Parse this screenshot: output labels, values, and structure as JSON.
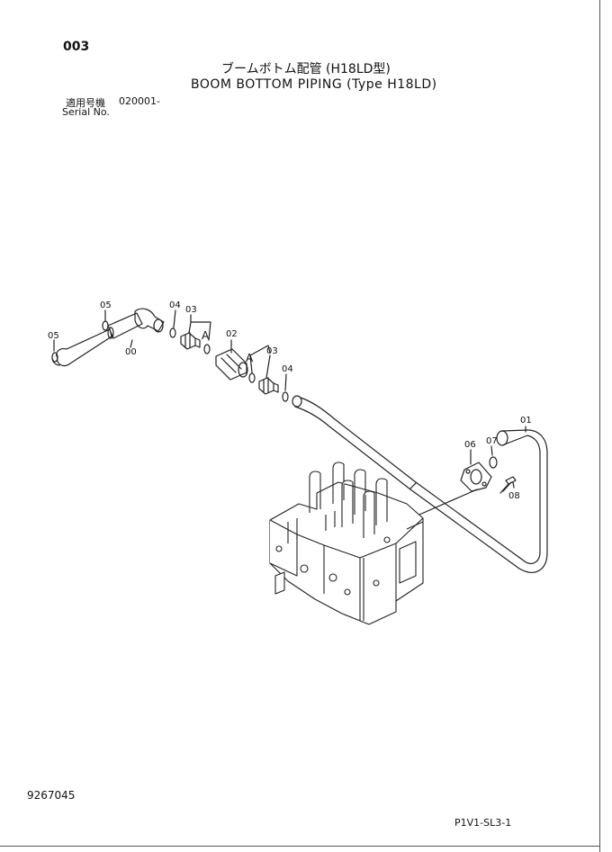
{
  "header": {
    "page_number": "003",
    "title_jp": "ブームボトム配管 (H18LD型)",
    "title_en": "BOOM BOTTOM PIPING (Type H18LD)",
    "serial_label_jp": "適用号機",
    "serial_value": "020001-",
    "serial_label_en": "Serial No."
  },
  "callouts": {
    "c05a": "05",
    "c05b": "05",
    "c00": "00",
    "c04a": "04",
    "c03a": "03",
    "c02": "02",
    "cA1": "A",
    "c03b": "03",
    "cA2": "A",
    "c04b": "04",
    "c01": "01",
    "c06": "06",
    "c07": "07",
    "c08": "08"
  },
  "footer": {
    "document_number": "9267045",
    "page_code": "P1V1-SL3-1"
  }
}
